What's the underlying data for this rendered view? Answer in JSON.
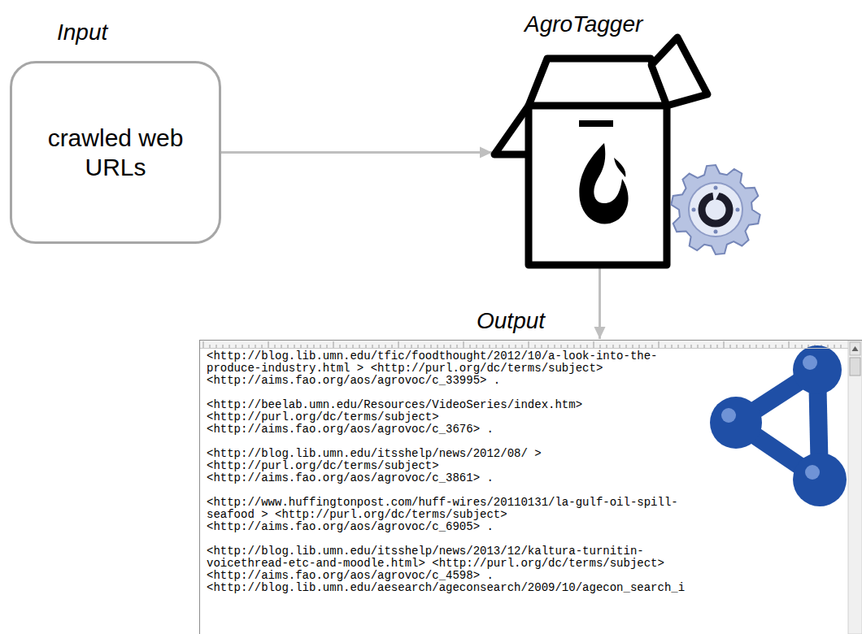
{
  "diagram": {
    "nodes": [
      {
        "text": [
          "Input",
          "crawled web URLs"
        ]
      },
      {
        "text": [
          "AgroTagger"
        ]
      },
      {
        "text": [
          "Output",
          "<http://blog.lib.umn.edu/tfic/foodthought/2012/10/a-look-into-the- produce-industry.html > <http://purl.org/dc/terms/subject> <http://aims.fao.org/aos/agrovoc/c_33995> .",
          "<http://beelab.umn.edu/Resources/VideoSeries/index.htm> <http://purl.org/dc/terms/subject> <http://aims.fao.org/aos/agrovoc/c_3676> .",
          "<http://blog.lib.umn.edu/itsshelp/news/2012/08/ > <http://purl.org/dc/terms/subject> <http://aims.fao.org/aos/agrovoc/c_3861> .",
          "<http://www.huffingtonpost.com/huff-wires/20110131/la-gulf-oil-spill- seafood > <http://purl.org/dc/terms/subject> <http://aims.fao.org/aos/agrovoc/c_6905> .",
          "<http://blog.lib.umn.edu/itsshelp/news/2013/12/kaltura-turnitin- voicethread-etc-and-moodle.html> <http://purl.org/dc/terms/subject> <http://aims.fao.org/aos/agrovoc/c_4598> .",
          "<http://blog.lib.umn.edu/aesearch/ageconsearch/2009/10/agecon_search_i"
        ]
      }
    ],
    "edges": [
      {
        "from": 0,
        "to": 1,
        "arrow": "to"
      },
      {
        "from": 1,
        "to": 2,
        "arrow": "to"
      }
    ]
  }
}
